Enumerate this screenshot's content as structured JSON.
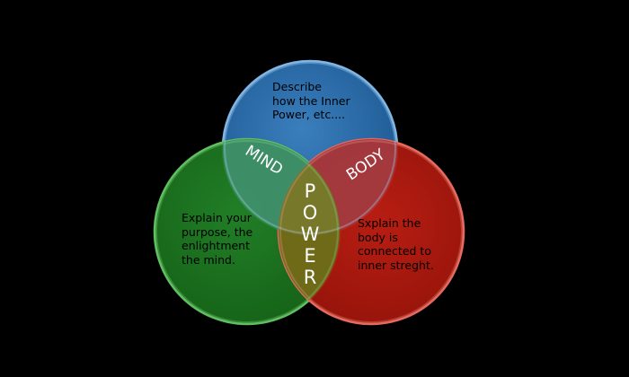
{
  "diagram": {
    "circles": [
      {
        "id": "blue",
        "color": "#2a6aa8",
        "edge": "#7fb6e6"
      },
      {
        "id": "green",
        "color": "#1e7a1e",
        "edge": "#5fc05f"
      },
      {
        "id": "red",
        "color": "#b8190e",
        "edge": "#e86a5f"
      }
    ],
    "overlap_color": "#6f6a18",
    "labels": {
      "mind": "MIND",
      "body": "BODY",
      "power": "POWER"
    },
    "descriptions": {
      "blue": "Describe\nhow the Inner\nPower, etc....",
      "green": "Explain your\npurpose, the\nenlightment\nthe mind.",
      "red": "Sxplain the\nbody is\nconnected to\ninner streght."
    }
  }
}
